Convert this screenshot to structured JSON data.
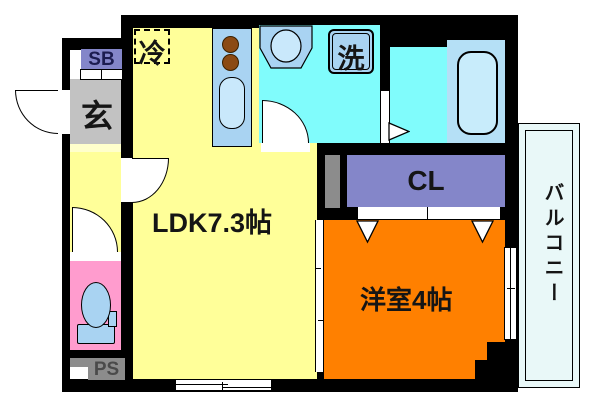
{
  "plan": {
    "rooms": {
      "ldk": {
        "label": "LDK7.3帖"
      },
      "western_room": {
        "label": "洋室4帖"
      },
      "closet": {
        "label": "CL"
      },
      "balcony": {
        "label": "バルコニー"
      },
      "entrance": {
        "label": "玄"
      },
      "shoe_box": {
        "label": "SB"
      },
      "pipe_space": {
        "label": "PS"
      },
      "refrigerator_space": {
        "label": "冷"
      },
      "washing_machine": {
        "label": "洗"
      }
    },
    "colors": {
      "wall": "#000000",
      "ldk": "#ffff99",
      "pale": "#ffffcc",
      "orange": "#ff8000",
      "purple": "#8486c9",
      "genkan": "#c2c2c2",
      "gray": "#8c8c8c",
      "pink": "#ff9cce",
      "cyan": "#80fcfc",
      "counter": "#a9d3f2",
      "counterlight": "#c9e8fb",
      "tubpanel": "#b5e0f6",
      "tubfill": "#c8ecfb",
      "balcony": "#e9f8f8",
      "burner": "#8b4a14",
      "textdark": "#151515",
      "pstext": "#4a4a4a",
      "sbtext": "#1c1c50"
    }
  }
}
